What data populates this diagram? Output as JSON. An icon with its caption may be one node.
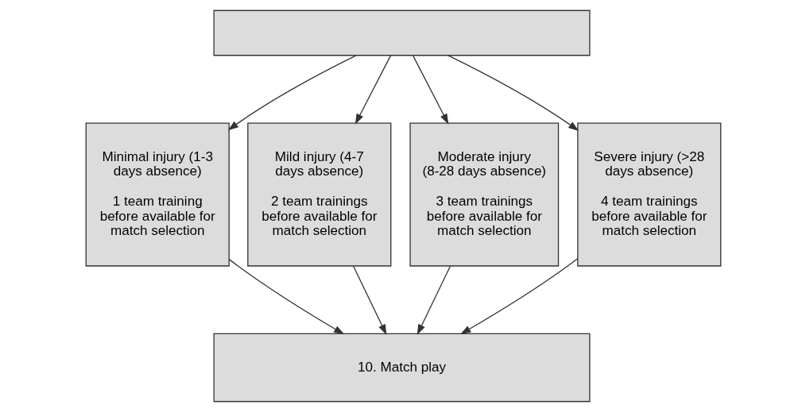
{
  "diagram": {
    "nodes": [
      {
        "text": [],
        "shape": "box"
      },
      {
        "text": [
          "Minimal injury (1-3 days absence)",
          "1 team training before available for match selection"
        ]
      },
      {
        "text": [
          "Mild injury (4-7 days absence)",
          "2 team trainings before available for match selection"
        ]
      },
      {
        "text": [
          "Moderate injury (8-28 days absence)",
          "3 team trainings before available for match selection"
        ]
      },
      {
        "text": [
          "Severe injury (>28 days absence)",
          "4 team trainings before available for match selection"
        ]
      },
      {
        "text": [
          "10. Match play"
        ]
      }
    ],
    "edges": [
      {
        "from": 0,
        "to": 1,
        "arrow": "to"
      },
      {
        "from": 0,
        "to": 2,
        "arrow": "to"
      },
      {
        "from": 0,
        "to": 3,
        "arrow": "to"
      },
      {
        "from": 0,
        "to": 4,
        "arrow": "to"
      },
      {
        "from": 1,
        "to": 5,
        "arrow": "to"
      },
      {
        "from": 2,
        "to": 5,
        "arrow": "to"
      },
      {
        "from": 3,
        "to": 5,
        "arrow": "to"
      },
      {
        "from": 4,
        "to": 5,
        "arrow": "to"
      }
    ]
  }
}
